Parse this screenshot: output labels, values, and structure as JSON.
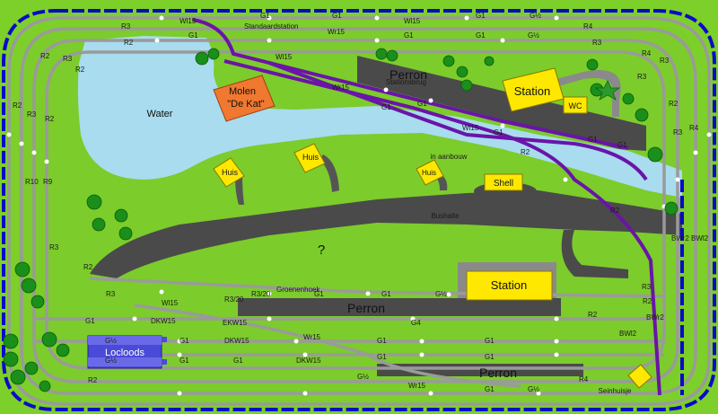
{
  "labels": {
    "water": "Water",
    "molen": [
      "Molen",
      "\"De Kat\""
    ],
    "perron_top": "Perron",
    "station_top": "Station",
    "wc": "WC",
    "huis": "Huis",
    "in_aanbouw": "in aanbouw",
    "shell": "Shell",
    "bushalte": "Bushalte",
    "question": "?",
    "station_bottom": "Station",
    "perron_mid": "Perron",
    "perron_bottom": "Perron",
    "locloods": "Locloods",
    "seinhuisje": "Seinhuisje",
    "standaardstation": "Standaardstation",
    "stationsbrug": "Stationsbrug",
    "groenehoek": "Groenenhoek"
  },
  "track_labels": {
    "g1": "G1",
    "g_half": "G½",
    "wr15": "Wr15",
    "wl15": "Wl15",
    "r2": "R2",
    "r3": "R3",
    "r4": "R4",
    "r9": "R9",
    "r10": "R10",
    "g4": "G4",
    "dkw15": "DKW15",
    "ekw15": "EKW15",
    "bwl2": "BWl2",
    "bwr2": "BWr2",
    "r3_20": "R3/20"
  },
  "colors": {
    "grass": "#7dcf2a",
    "water": "#a8dcee",
    "road": "#4a4a4a",
    "track_grey": "#9a9a9a",
    "track_blue": "#0a0ac8",
    "track_purple": "#6a14a8",
    "yellow": "#ffe800",
    "orange": "#f07830",
    "tree": "#1a8f1a",
    "locloods": "#4a4ad8"
  }
}
